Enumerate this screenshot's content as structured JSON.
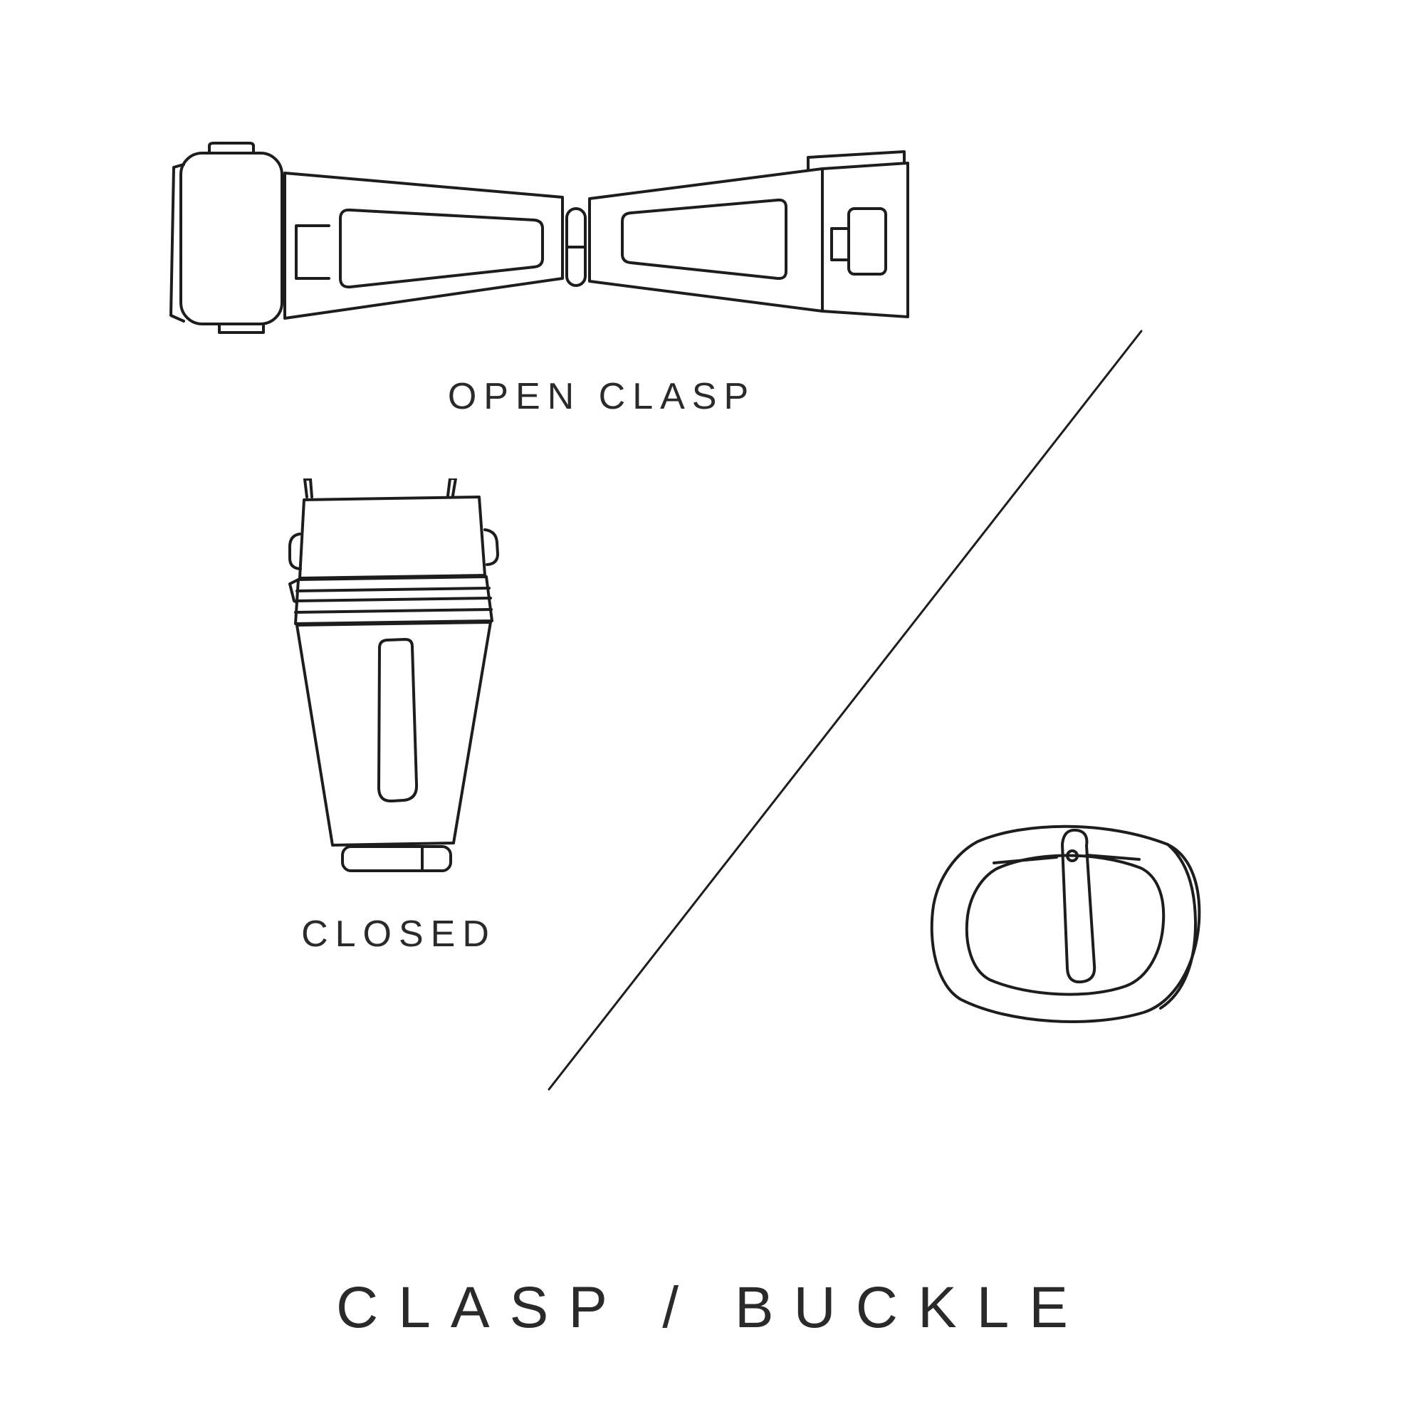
{
  "canvas": {
    "background": "#ffffff",
    "line_color": "#1d1d1b",
    "text_color": "#2b2a29"
  },
  "labels": {
    "open_clasp": "OPEN CLASP",
    "closed": "CLOSED",
    "title": "CLASP / BUCKLE"
  },
  "illustrations": {
    "open_clasp": "open-clasp-illustration",
    "closed_clasp": "closed-clasp-illustration",
    "buckle": "buckle-illustration",
    "divider": "diagonal-divider-line"
  }
}
